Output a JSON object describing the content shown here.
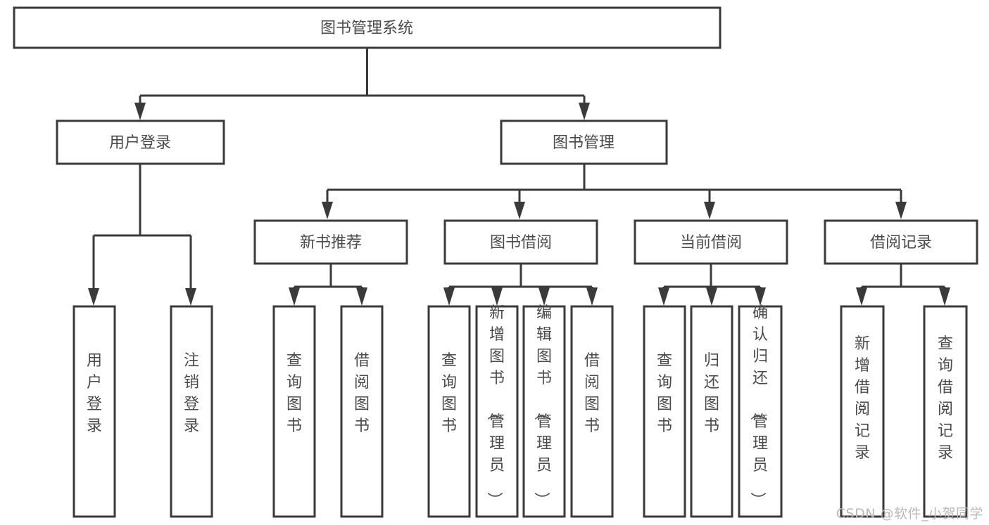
{
  "diagram": {
    "title": "图书管理系统",
    "type": "tree-hierarchy-chart",
    "colors": {
      "box_stroke": "#3a3a3a",
      "box_fill": "#ffffff",
      "text": "#4a4a4a",
      "background": "#ffffff",
      "watermark": "#b9b9b9"
    },
    "root": {
      "label": "图书管理系统"
    },
    "level2": [
      {
        "label": "用户登录"
      },
      {
        "label": "图书管理"
      }
    ],
    "level3": [
      {
        "label": "新书推荐"
      },
      {
        "label": "图书借阅"
      },
      {
        "label": "当前借阅"
      },
      {
        "label": "借阅记录"
      }
    ],
    "leaves": {
      "user_login": [
        {
          "label": "用户登录"
        },
        {
          "label": "注销登录"
        }
      ],
      "new_book_recommend": [
        {
          "label": "查询图书"
        },
        {
          "label": "借阅图书"
        }
      ],
      "book_borrow": [
        {
          "label": "查询图书"
        },
        {
          "label": "新增图书（管理员）"
        },
        {
          "label": "编辑图书（管理员）"
        },
        {
          "label": "借阅图书"
        }
      ],
      "current_borrow": [
        {
          "label": "查询图书"
        },
        {
          "label": "归还图书"
        },
        {
          "label": "确认归还（管理员）"
        }
      ],
      "borrow_record": [
        {
          "label": "新增借阅记录"
        },
        {
          "label": "查询借阅记录"
        }
      ]
    },
    "watermark": "CSDN @软件_小贺同学"
  }
}
